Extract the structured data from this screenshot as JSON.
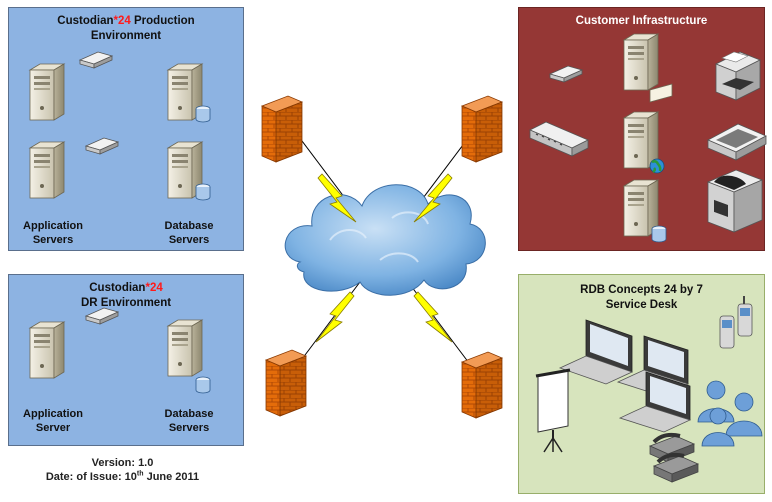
{
  "panels": {
    "production": {
      "title_brand": "Custodian",
      "title_num": "*24",
      "title_rest": " Production",
      "title_line2": "Environment",
      "app_label_1": "Application",
      "app_label_2": "Servers",
      "db_label_1": "Database",
      "db_label_2": "Servers"
    },
    "dr": {
      "title_brand": "Custodian",
      "title_num": "*24",
      "title_line2": "DR Environment",
      "app_label_1": "Application",
      "app_label_2": "Server",
      "db_label_1": "Database",
      "db_label_2": "Servers"
    },
    "customer": {
      "title": "Customer Infrastructure"
    },
    "service_desk": {
      "title_line1": "RDB Concepts 24 by 7",
      "title_line2": "Service Desk"
    }
  },
  "footer": {
    "version": "Version: 1.0",
    "date_prefix": "Date: of Issue: 10",
    "date_sup": "th",
    "date_suffix": " June 2011"
  },
  "colors": {
    "panel_blue": "#8db3e2",
    "panel_maroon": "#953735",
    "panel_green": "#d7e4bd",
    "firewall": "#e46c0a",
    "lightning": "#ffff00",
    "cloud": "#6fa8dc",
    "accent_red": "#ff1a1a"
  },
  "icons": [
    "server-icon",
    "database-server-icon",
    "modem-icon",
    "firewall-icon",
    "cloud-icon",
    "lightning-icon",
    "printer-icon",
    "scanner-icon",
    "fax-icon",
    "switch-icon",
    "globe-server-icon",
    "laptop-icon",
    "mobile-phone-icon",
    "users-icon",
    "projector-screen-icon",
    "desk-phone-icon"
  ]
}
